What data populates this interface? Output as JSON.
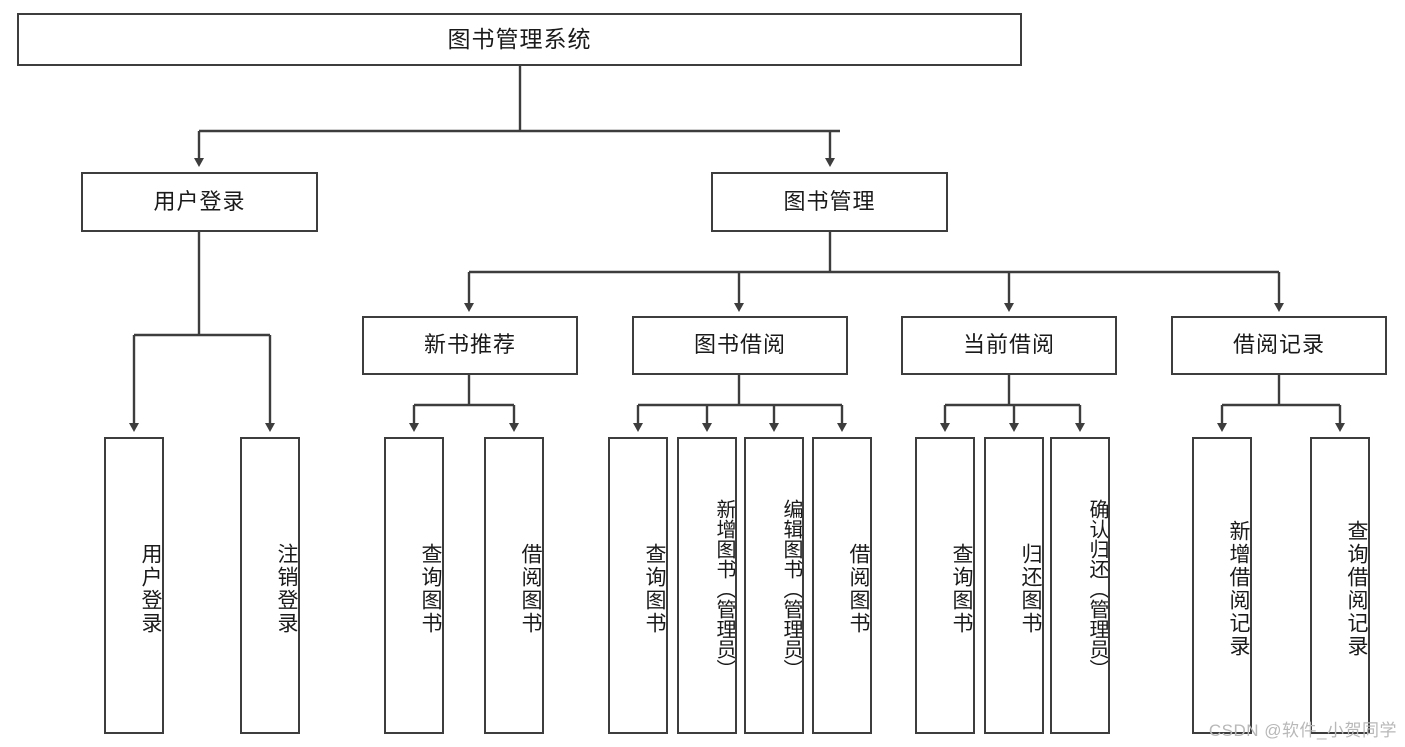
{
  "diagram": {
    "type": "tree-hierarchy-chart",
    "title": "图书管理系统",
    "watermark": "CSDN @软件_小贺同学",
    "colors": {
      "box_border": "#3d3d3d",
      "box_fill": "#ffffff",
      "edge": "#3d3d3d",
      "text": "#1a1a1a",
      "watermark": "#b8b8b8"
    },
    "nodes": {
      "root": {
        "label": "图书管理系统"
      },
      "level2": [
        {
          "id": "user-login",
          "label": "用户登录"
        },
        {
          "id": "book-management",
          "label": "图书管理"
        }
      ],
      "level3": [
        {
          "id": "new-book-recommend",
          "label": "新书推荐"
        },
        {
          "id": "book-borrow",
          "label": "图书借阅"
        },
        {
          "id": "current-borrow",
          "label": "当前借阅"
        },
        {
          "id": "borrow-record",
          "label": "借阅记录"
        }
      ],
      "leaves": {
        "user-login": [
          {
            "id": "leaf-user-login",
            "label": "用户登录"
          },
          {
            "id": "leaf-logout-login",
            "label": "注销登录"
          }
        ],
        "new-book-recommend": [
          {
            "id": "leaf-query-book-1",
            "label": "查询图书"
          },
          {
            "id": "leaf-borrow-book-1",
            "label": "借阅图书"
          }
        ],
        "book-borrow": [
          {
            "id": "leaf-query-book-2",
            "label": "查询图书"
          },
          {
            "id": "leaf-add-book",
            "label": "新增图书（管理员）"
          },
          {
            "id": "leaf-edit-book",
            "label": "编辑图书（管理员）"
          },
          {
            "id": "leaf-borrow-book-2",
            "label": "借阅图书"
          }
        ],
        "current-borrow": [
          {
            "id": "leaf-query-book-3",
            "label": "查询图书"
          },
          {
            "id": "leaf-return-book",
            "label": "归还图书"
          },
          {
            "id": "leaf-confirm-return",
            "label": "确认归还（管理员）"
          }
        ],
        "borrow-record": [
          {
            "id": "leaf-add-record",
            "label": "新增借阅记录"
          },
          {
            "id": "leaf-query-record",
            "label": "查询借阅记录"
          }
        ]
      }
    }
  }
}
